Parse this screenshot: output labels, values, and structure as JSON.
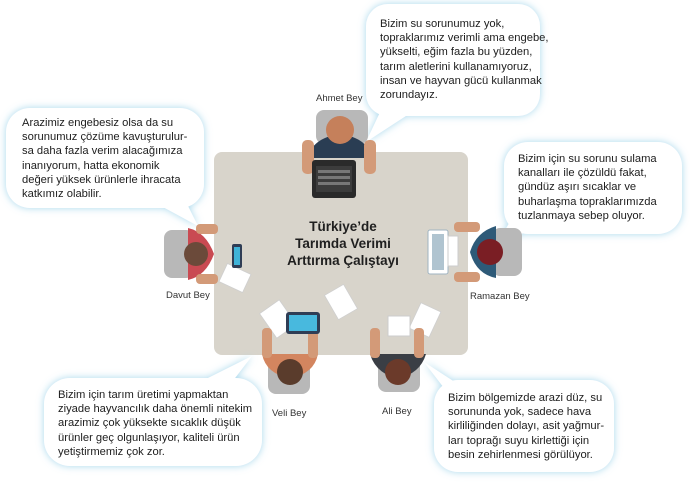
{
  "title": "Türkiye’de\nTarımda Verimi\nArttırma Çalıştayı",
  "participants": [
    {
      "name": "Ahmet Bey",
      "text": "Bizim su sorunumuz yok,\ntopraklarımız verimli ama engebe,\nyükselti, eğim fazla bu yüzden,\ntarım aletlerini kullanamıyoruz,\ninsan ve hayvan gücü kullanmak\nzorundayız."
    },
    {
      "name": "Davut Bey",
      "text": "Arazimiz engebesiz olsa da su\nsorunumuz çözüme kavuşturulur-\nsa daha fazla verim alacağımıza\ninanıyorum, hatta ekonomik\ndeğeri yüksek ürünlerle ihracata\nkatkımız olabilir."
    },
    {
      "name": "Ramazan Bey",
      "text": "Bizim için su sorunu sulama\nkanalları ile çözüldü fakat,\ngündüz aşırı sıcaklar ve\nbuharlaşma topraklarımızda\ntuzlanmaya sebep oluyor."
    },
    {
      "name": "Veli Bey",
      "text": "Bizim için tarım üretimi yapmaktan\nziyade hayvancılık daha önemli nitekim\narazimiz çok yüksekte sıcaklık düşük\nürünler geç olgunlaşıyor, kaliteli ürün\nyetiştirmemiz çok zor."
    },
    {
      "name": "Ali Bey",
      "text": "Bizim bölgemizde arazi düz, su\nsorununda yok, sadece hava\nkirliliğinden dolayı, asit yağmur-\nları toprağı suyu kirlettiği için\nbesin zehirlenmesi görülüyor."
    }
  ],
  "colors": {
    "table": "#d8d4cb",
    "bubble": "#ffffff",
    "bubble_shadow": "#c9e6f3",
    "chair": "#b8b8b8",
    "skin": "#d39a78",
    "ahmet_shirt": "#2a3d53",
    "davut_shirt": "#c94a52",
    "ramazan_shirt": "#2e5a78",
    "veli_shirt": "#d3855f",
    "ali_shirt": "#3a3e45"
  }
}
